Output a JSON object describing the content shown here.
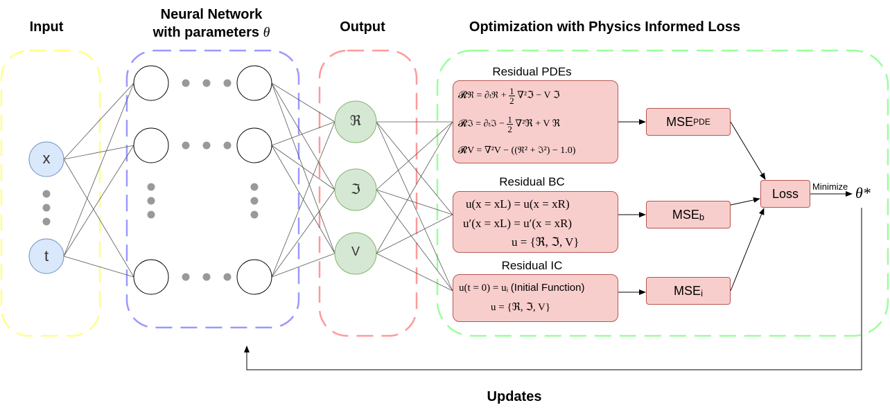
{
  "headers": {
    "input": "Input",
    "network_line1": "Neural Network",
    "network_line2": "with parameters",
    "network_symbol": "θ",
    "output": "Output",
    "optimization": "Optimization with Physics Informed Loss"
  },
  "nodes": {
    "inputs": [
      "x",
      "t"
    ],
    "outputs": [
      "ℜ",
      "ℑ",
      "V"
    ]
  },
  "residuals": {
    "pde": {
      "label": "Residual PDEs",
      "eq1": {
        "lhs": "𝓡ℜ = ∂ₜℜ +",
        "frac_num": "1",
        "frac_den": "2",
        "rhs": "∇²ℑ − V ℑ"
      },
      "eq2": {
        "lhs": "𝓡ℑ = ∂ₜℑ −",
        "frac_num": "1",
        "frac_den": "2",
        "rhs": "∇²ℜ + V ℜ"
      },
      "eq3": "𝓡V = ∇²V − ((ℜ² + ℑ²) − 1.0)"
    },
    "bc": {
      "label": "Residual BC",
      "lines": [
        "u(x = xL) = u(x = xR)",
        "u′(x = xL) = u′(x = xR)",
        "u = {ℜ, ℑ, V}"
      ]
    },
    "ic": {
      "label": "Residual IC",
      "lines": [
        "u(t = 0) = uᵢ ",
        "u = {ℜ, ℑ, V}"
      ],
      "note": "(Initial Function)"
    }
  },
  "mse": {
    "pde": {
      "main": "MSE",
      "sub": "PDE"
    },
    "b": {
      "main": "MSE",
      "sub": "b"
    },
    "i": {
      "main": "MSE",
      "sub": "i"
    }
  },
  "loss": {
    "label": "Loss",
    "minimize": "Minimize",
    "result": "θ*"
  },
  "footer": {
    "updates": "Updates"
  },
  "colors": {
    "input_fill": "#dae8fc",
    "input_stroke": "#6c8ebf",
    "output_fill": "#d5e8d4",
    "output_stroke": "#82b366",
    "residual_fill": "#f8cecc",
    "residual_stroke": "#b85450",
    "group_input": "#ffff88",
    "group_network": "#9999ff",
    "group_output": "#ff9999",
    "group_optimization": "#99ff99",
    "dots": "#999999",
    "wire": "#555555"
  }
}
